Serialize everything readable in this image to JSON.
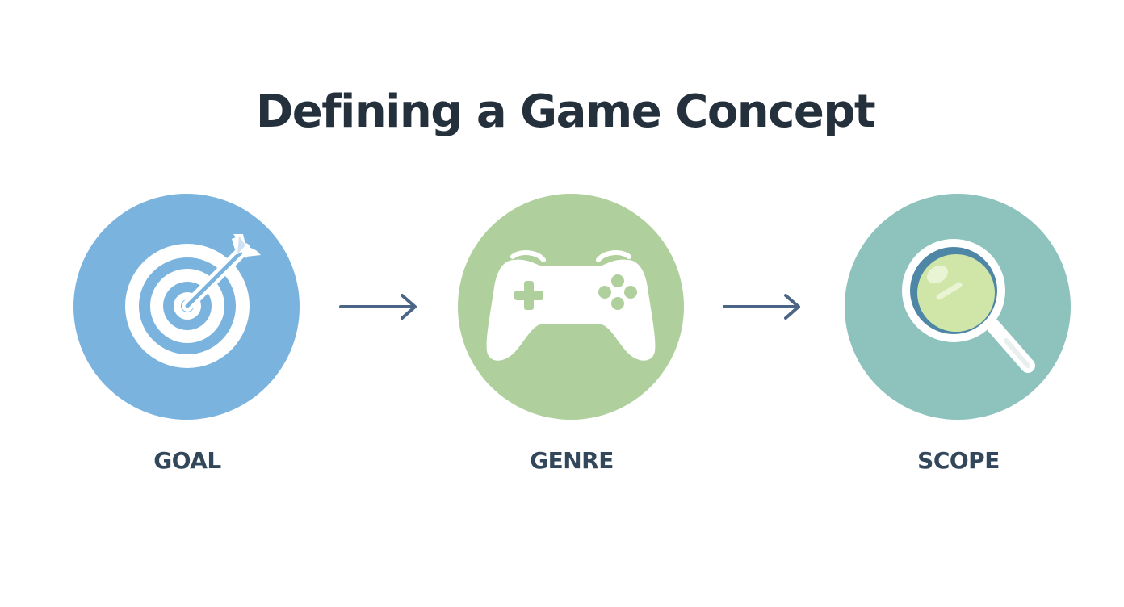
{
  "title": "Defining a Game Concept",
  "steps": [
    {
      "label": "GOAL",
      "icon": "target-icon",
      "color": "#7bb3df"
    },
    {
      "label": "GENRE",
      "icon": "gamepad-icon",
      "color": "#afd09d"
    },
    {
      "label": "SCOPE",
      "icon": "magnifier-icon",
      "color": "#8ec3bd"
    }
  ],
  "arrow_color": "#4a6585",
  "text_color": "#24303c"
}
